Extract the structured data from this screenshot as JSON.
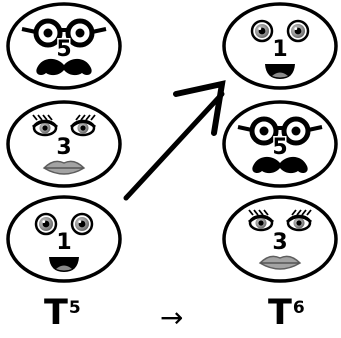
{
  "diagram": {
    "columns": [
      {
        "id": "left",
        "caption_base": "T",
        "caption_exp": "5",
        "faces": [
          {
            "label": "5",
            "kind": "glasses-mustache"
          },
          {
            "label": "3",
            "kind": "lashes-lips"
          },
          {
            "label": "1",
            "kind": "eyes-smile"
          }
        ]
      },
      {
        "id": "right",
        "caption_base": "T",
        "caption_exp": "6",
        "faces": [
          {
            "label": "1",
            "kind": "eyes-smile"
          },
          {
            "label": "5",
            "kind": "glasses-mustache"
          },
          {
            "label": "3",
            "kind": "lashes-lips"
          }
        ]
      }
    ],
    "transition_symbol": "→"
  }
}
